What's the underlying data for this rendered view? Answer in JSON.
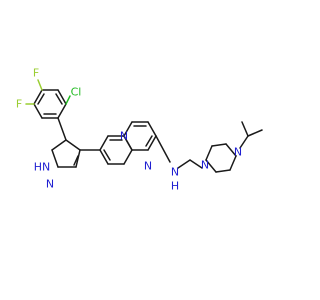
{
  "molecule": {
    "colors": {
      "carbon_bond": "#1a1a1a",
      "nitrogen": "#1f1fd1",
      "fluorine": "#9acd32",
      "chlorine": "#22bb22"
    },
    "atoms": {
      "cl": "Cl",
      "f_top": "F",
      "f_left": "F",
      "pyrazole_nh": "HN",
      "pyrazole_n": "N",
      "naph_n_top": "N",
      "naph_n_bottom": "N",
      "amine_n": "N",
      "amine_h": "H",
      "piperazine_n_left": "N",
      "piperazine_n_right": "N"
    }
  }
}
